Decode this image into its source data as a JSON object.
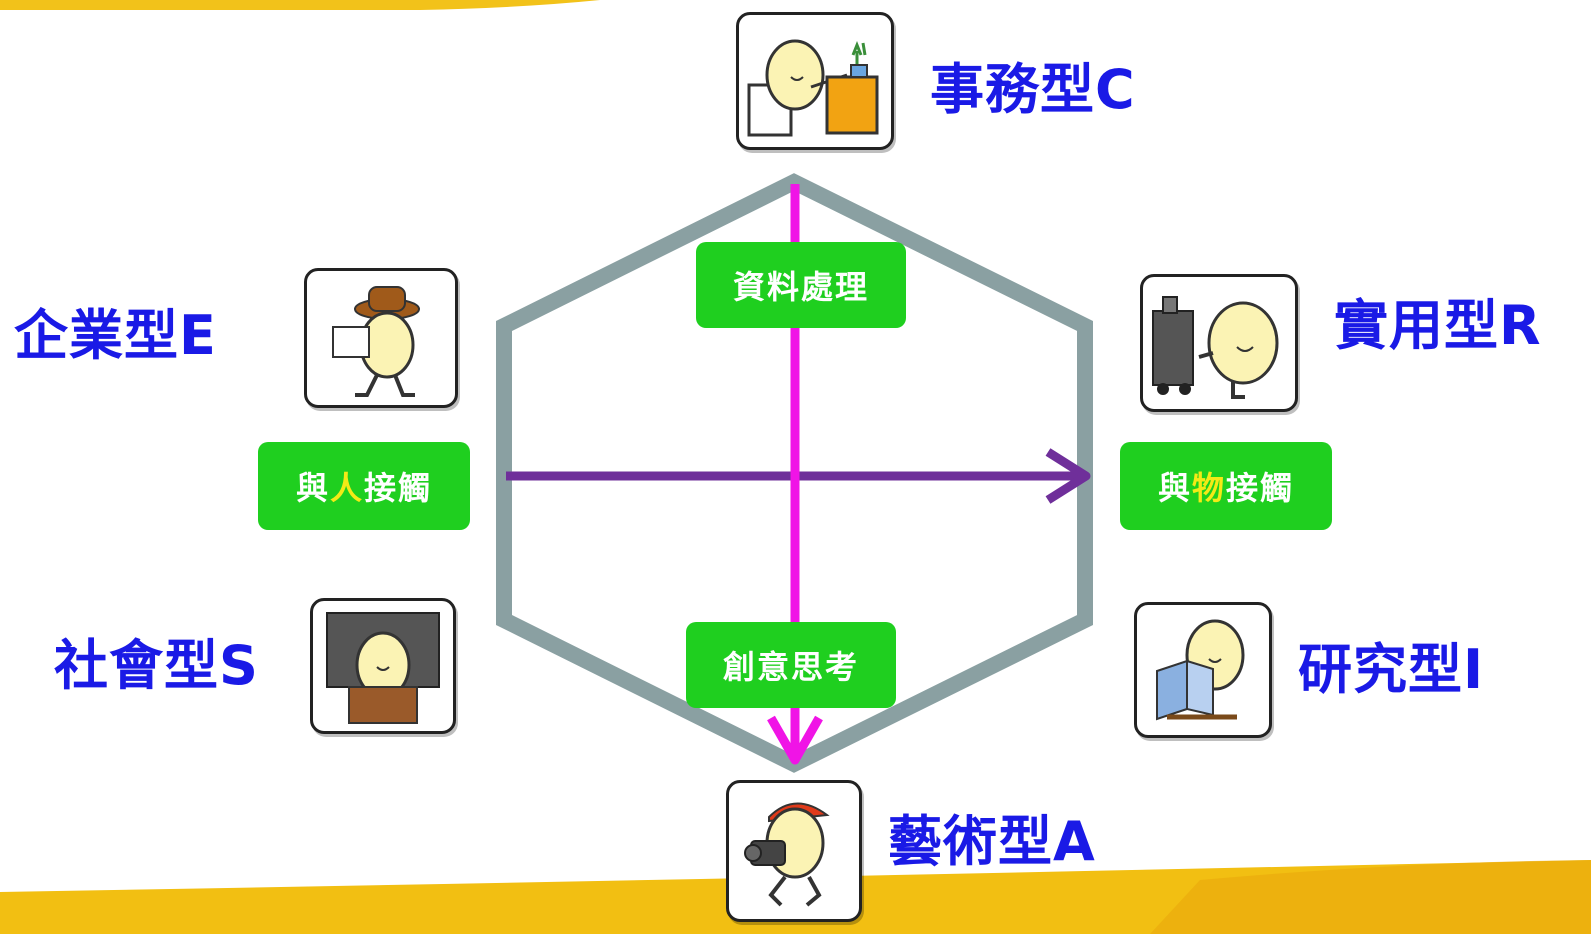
{
  "colors": {
    "hexagon": "#8aa0a2",
    "vertical_axis": "#f014e6",
    "horizontal_axis": "#6f2f9a",
    "label_text": "#1a1ae6",
    "tag_bg": "#1fcf1f",
    "tag_highlight": "#f4ea16",
    "band": "#f2bf12"
  },
  "types": {
    "conventional": {
      "label": "事務型C",
      "icon": "person-at-desk-icon"
    },
    "realistic": {
      "label": "實用型R",
      "icon": "person-with-machine-icon"
    },
    "investigative": {
      "label": "研究型I",
      "icon": "person-reading-icon"
    },
    "artistic": {
      "label": "藝術型A",
      "icon": "person-with-camera-icon"
    },
    "social": {
      "label": "社會型S",
      "icon": "person-at-podium-icon"
    },
    "enterprising": {
      "label": "企業型E",
      "icon": "person-with-hat-icon"
    }
  },
  "axis_tags": {
    "top": {
      "text": "資料處理"
    },
    "bottom": {
      "text": "創意思考"
    },
    "left": {
      "pre": "與",
      "highlight": "人",
      "post": "接觸"
    },
    "right": {
      "pre": "與",
      "highlight": "物",
      "post": "接觸"
    }
  }
}
